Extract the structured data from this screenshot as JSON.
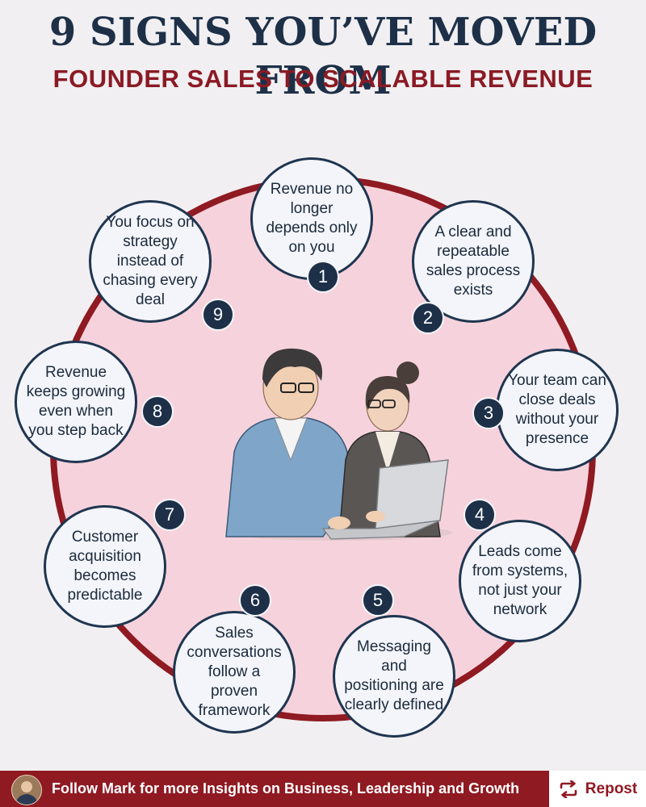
{
  "header": {
    "title": "9 SIGNS YOU’VE MOVED FROM",
    "subtitle": "FOUNDER SALES TO SCALABLE REVENUE"
  },
  "colors": {
    "navy": "#1d3048",
    "crimson": "#8f1a22",
    "pink_fill": "#f6d3dc",
    "node_fill": "#f3f5fa"
  },
  "signs": [
    {
      "number": "1",
      "text": "Revenue no longer depends only on you"
    },
    {
      "number": "2",
      "text": "A clear and repeatable sales process exists"
    },
    {
      "number": "3",
      "text": "Your team can close deals without your presence"
    },
    {
      "number": "4",
      "text": "Leads come from systems, not just your network"
    },
    {
      "number": "5",
      "text": "Messaging and positioning are clearly defined"
    },
    {
      "number": "6",
      "text": "Sales conversations follow a proven framework"
    },
    {
      "number": "7",
      "text": "Customer acquisition becomes predictable"
    },
    {
      "number": "8",
      "text": "Revenue keeps growing even when you step back"
    },
    {
      "number": "9",
      "text": "You focus on strategy instead of chasing every deal"
    }
  ],
  "footer": {
    "text": "Follow Mark for more Insights on Business, Leadership and Growth",
    "repost_label": "Repost",
    "repost_icon": "repost-icon"
  }
}
